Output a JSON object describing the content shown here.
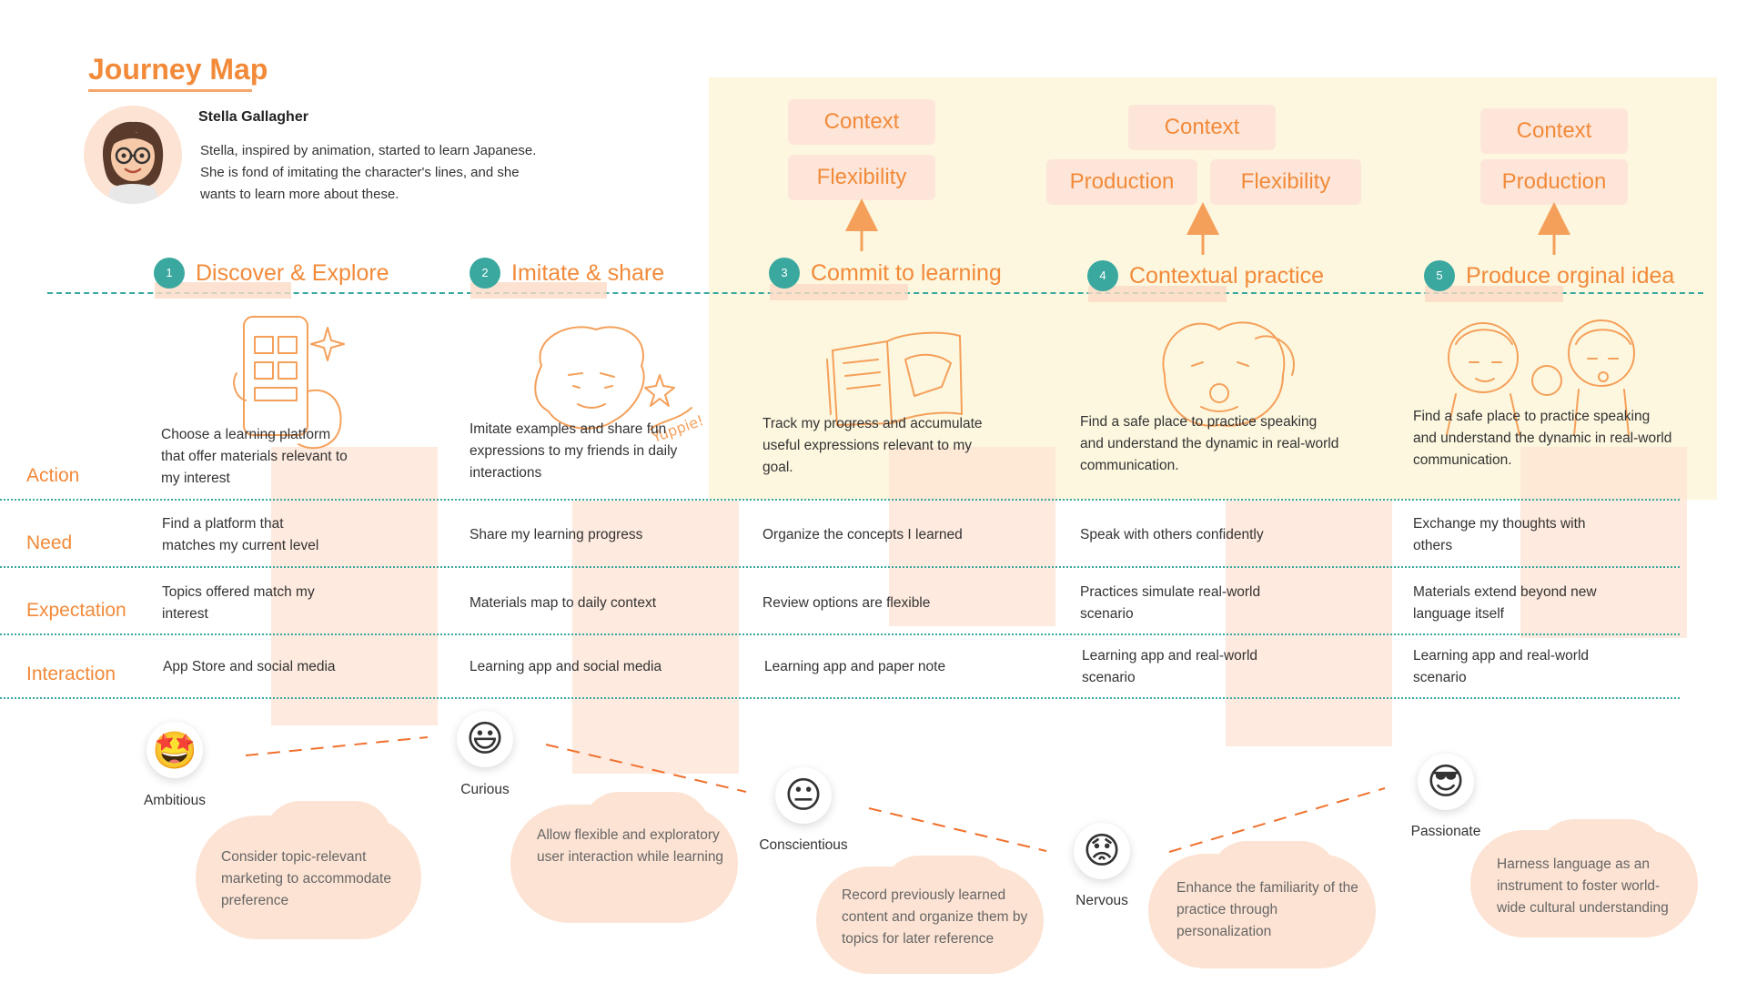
{
  "title": "Journey Map",
  "persona": {
    "name": "Stella Gallagher",
    "bio": "Stella, inspired by animation, started to learn Japanese. She is fond of imitating the character's lines, and she wants to learn more about these."
  },
  "tags": {
    "stage3": [
      "Context",
      "Flexibility"
    ],
    "stage4": [
      "Context",
      "Production",
      "Flexibility"
    ],
    "stage5": [
      "Context",
      "Production"
    ]
  },
  "stages": [
    {
      "number": "1",
      "title": "Discover & Explore"
    },
    {
      "number": "2",
      "title": "Imitate & share"
    },
    {
      "number": "3",
      "title": "Commit to learning"
    },
    {
      "number": "4",
      "title": "Contextual practice"
    },
    {
      "number": "5",
      "title": "Produce orginal idea"
    }
  ],
  "rows": {
    "labels": [
      "Action",
      "Need",
      "Expectation",
      "Interaction"
    ],
    "action": [
      "Choose a learning platform that offer materials relevant to my interest",
      "Imitate examples and share fun expressions to my friends in daily interactions",
      "Track my progress and accumulate useful expressions relevant to my goal.",
      "Find a safe place to practice speaking and understand the dynamic in real-world communication.",
      "Find a safe place to practice speaking and understand the dynamic in real-world communication."
    ],
    "need": [
      "Find a platform that matches my current level",
      "Share my learning progress",
      "Organize the concepts I learned",
      "Speak with others confidently",
      "Exchange my thoughts with others"
    ],
    "expectation": [
      "Topics offered match my interest",
      "Materials map to daily context",
      "Review options are flexible",
      "Practices simulate real-world scenario",
      "Materials extend beyond new language itself"
    ],
    "interaction": [
      "App Store and social media",
      "Learning app and social media",
      "Learning app and paper note",
      "Learning app and real-world scenario",
      "Learning app and real-world scenario"
    ]
  },
  "sketch_text": "Yuppie!",
  "emotions": [
    {
      "label": "Ambitious",
      "emoji": "🤩"
    },
    {
      "label": "Curious",
      "emoji": "😃"
    },
    {
      "label": "Conscientious",
      "emoji": "😐"
    },
    {
      "label": "Nervous",
      "emoji": "😟"
    },
    {
      "label": "Passionate",
      "emoji": "😎"
    }
  ],
  "opportunities": [
    "Consider topic-relevant marketing to accommodate preference",
    "Allow flexible and exploratory user interaction while learning",
    "Record previously learned content and organize them by topics for later reference",
    "Enhance the familiarity of the practice through personalization",
    "Harness language as an instrument to foster world-wide cultural understanding"
  ],
  "colors": {
    "accent": "#f28a3a",
    "teal": "#3aa89f",
    "peach": "#fde3d3",
    "highlight": "#fdf7df"
  },
  "emotion_levels": [
    0.72,
    0.78,
    0.55,
    0.35,
    0.65
  ]
}
